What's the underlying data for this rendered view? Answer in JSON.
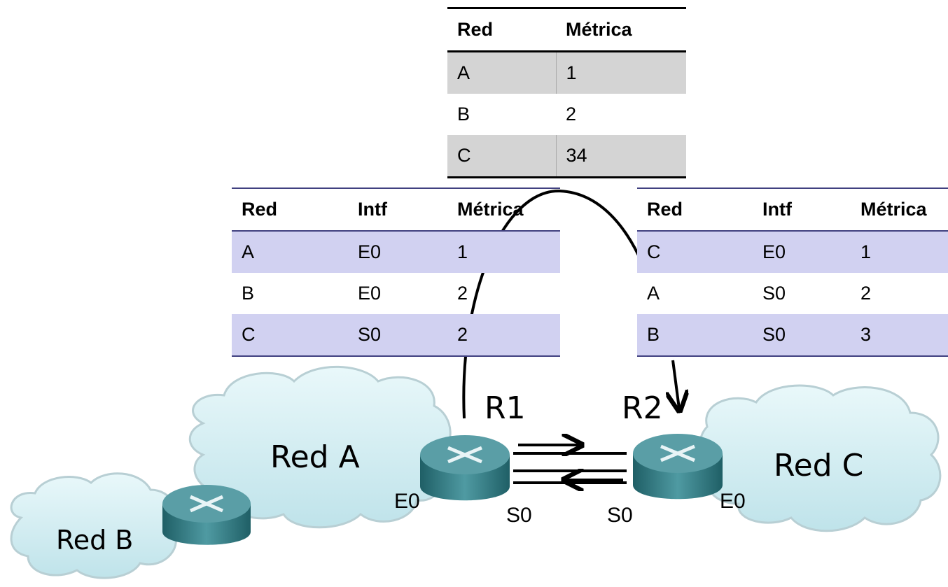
{
  "top_table": {
    "headers": [
      "Red",
      "Métrica"
    ],
    "rows": [
      [
        "A",
        "1"
      ],
      [
        "B",
        "2"
      ],
      [
        "C",
        "34"
      ]
    ]
  },
  "r1_table": {
    "headers": [
      "Red",
      "Intf",
      "Métrica"
    ],
    "rows": [
      [
        "A",
        "E0",
        "1"
      ],
      [
        "B",
        "E0",
        "2"
      ],
      [
        "C",
        "S0",
        "2"
      ]
    ]
  },
  "r2_table": {
    "headers": [
      "Red",
      "Intf",
      "Métrica"
    ],
    "rows": [
      [
        "C",
        "E0",
        "1"
      ],
      [
        "A",
        "S0",
        "2"
      ],
      [
        "B",
        "S0",
        "3"
      ]
    ]
  },
  "labels": {
    "r1": "R1",
    "r2": "R2",
    "red_a": "Red A",
    "red_b": "Red B",
    "red_c": "Red C",
    "r1_e0": "E0",
    "r1_s0": "S0",
    "r2_s0": "S0",
    "r2_e0": "E0"
  },
  "colors": {
    "rule_top": "#000000",
    "rule_router_tables": "#404080",
    "row_gray": "#d4d4d4",
    "row_blue": "#d1d1f1",
    "cloud_fill": "#d6f0f4",
    "router_teal": "#3c8a92"
  }
}
